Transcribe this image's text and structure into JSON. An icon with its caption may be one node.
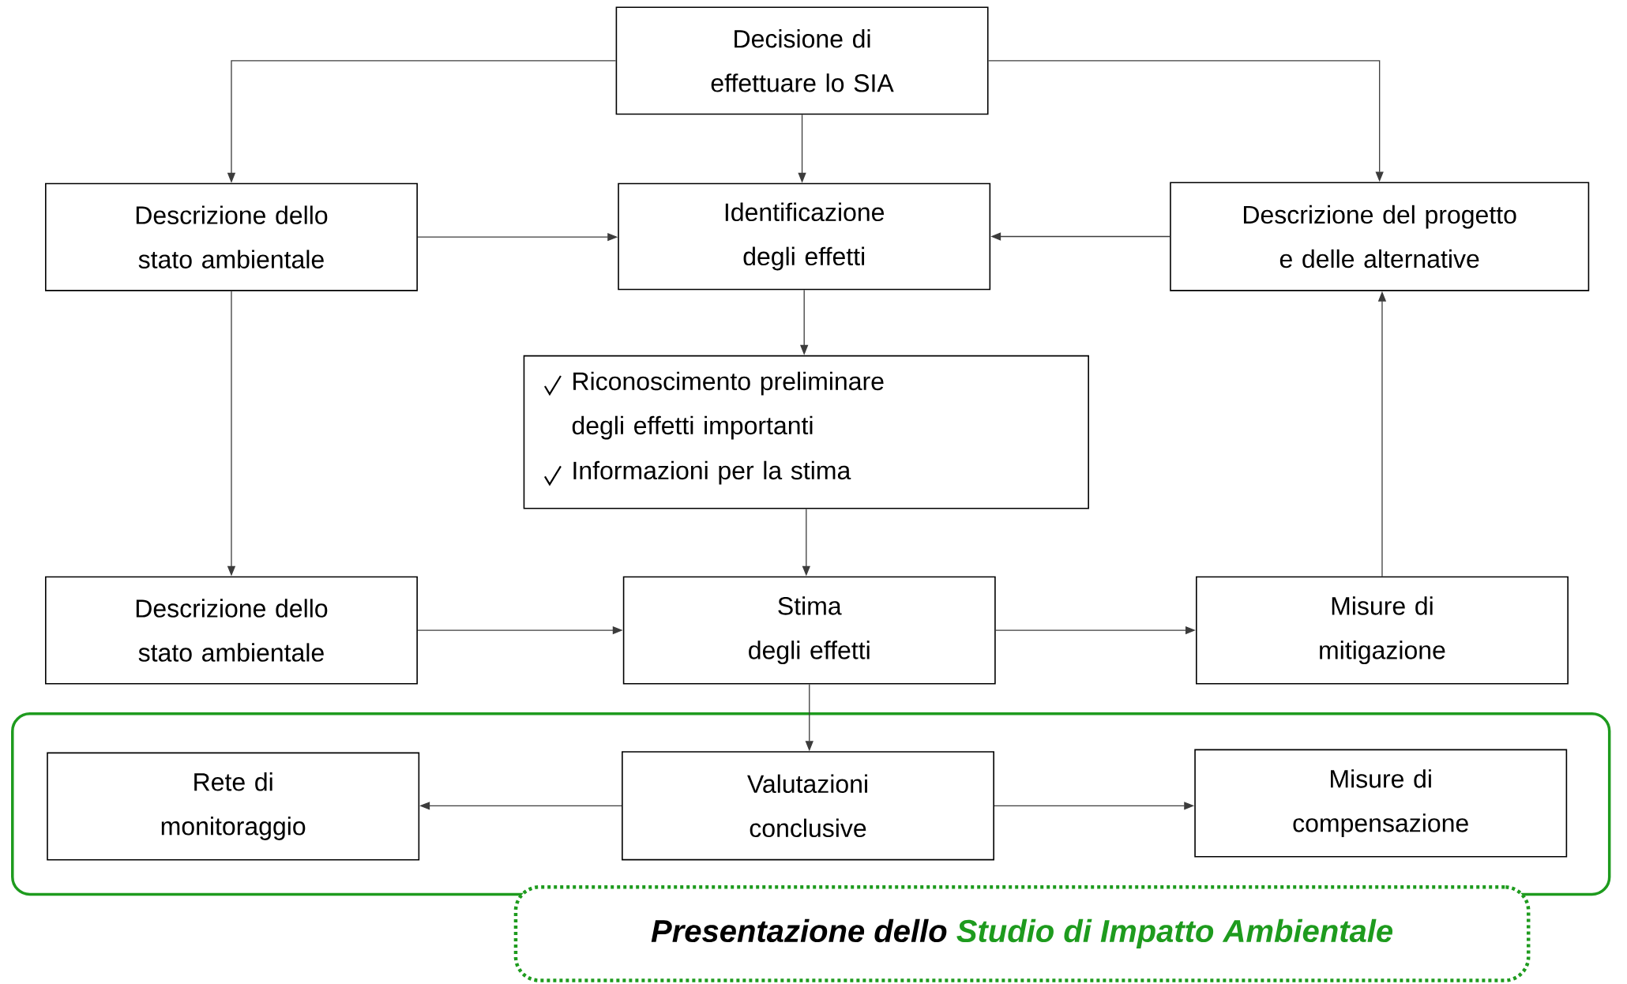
{
  "diagram": {
    "nodes": [
      {
        "text": [
          "Decisione di effettuare lo SIA"
        ]
      },
      {
        "text": [
          "Descrizione dello stato ambientale"
        ]
      },
      {
        "text": [
          "Identificazione degli effetti"
        ]
      },
      {
        "text": [
          "Descrizione del progetto e delle alternative"
        ]
      },
      {
        "text": [
          "Riconoscimento preliminare degli effetti importanti",
          "Informazioni per la stima"
        ]
      },
      {
        "text": [
          "Descrizione dello stato ambientale"
        ]
      },
      {
        "text": [
          "Stima degli effetti"
        ]
      },
      {
        "text": [
          "Misure di mitigazione"
        ]
      },
      {
        "text": [],
        "shape": "box"
      },
      {
        "text": [
          "Rete di monitoraggio"
        ],
        "in": 8
      },
      {
        "text": [
          "Valutazioni conclusive"
        ],
        "in": 8
      },
      {
        "text": [
          "Misure di compensazione"
        ],
        "in": 8
      },
      {
        "text": [
          "Presentazione dello",
          "Studio di Impatto Ambientale"
        ]
      }
    ],
    "edges": [
      {
        "from": 0,
        "to": 1,
        "arrow": "to"
      },
      {
        "from": 0,
        "to": 2,
        "arrow": "to"
      },
      {
        "from": 0,
        "to": 3,
        "arrow": "to"
      },
      {
        "from": 1,
        "to": 2,
        "arrow": "to"
      },
      {
        "from": 3,
        "to": 2,
        "arrow": "to"
      },
      {
        "from": 1,
        "to": 5,
        "arrow": "to"
      },
      {
        "from": 2,
        "to": 4,
        "arrow": "to"
      },
      {
        "from": 4,
        "to": 6,
        "arrow": "to"
      },
      {
        "from": 5,
        "to": 6,
        "arrow": "to"
      },
      {
        "from": 6,
        "to": 7,
        "arrow": "to"
      },
      {
        "from": 7,
        "to": 3,
        "arrow": "to"
      },
      {
        "from": 6,
        "to": 10,
        "arrow": "to"
      },
      {
        "from": 10,
        "to": 9,
        "arrow": "to"
      },
      {
        "from": 10,
        "to": 11,
        "arrow": "to"
      }
    ]
  }
}
